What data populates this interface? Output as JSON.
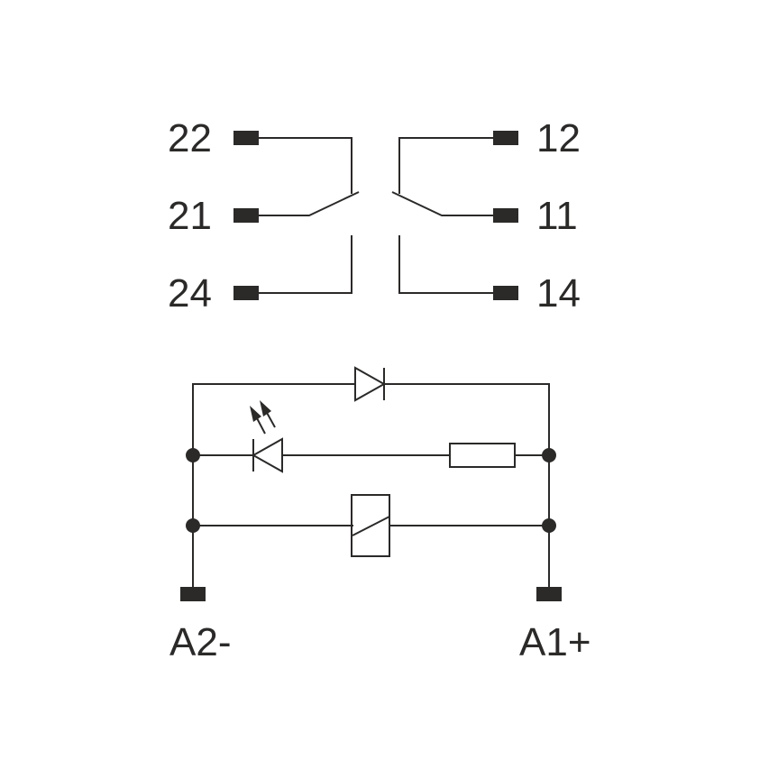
{
  "contacts": {
    "left": {
      "nc": "22",
      "com": "21",
      "no": "24"
    },
    "right": {
      "nc": "12",
      "com": "11",
      "no": "14"
    }
  },
  "coil": {
    "minus": "A2-",
    "plus": "A1+"
  },
  "colors": {
    "ink": "#2b2a29",
    "background": "#ffffff"
  }
}
